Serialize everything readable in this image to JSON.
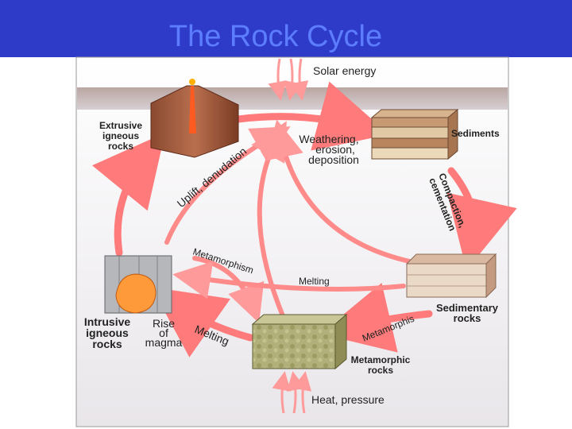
{
  "slide": {
    "title": "The Rock Cycle"
  },
  "diagram": {
    "top": {
      "line1": "Solar energy"
    },
    "bottom": {
      "line1": "Heat, pressure"
    },
    "nodes": {
      "extrusive": {
        "line1": "Extrusive",
        "line2": "igneous",
        "line3": "rocks"
      },
      "sediments": {
        "line1": "Sediments"
      },
      "sedimentary": {
        "line1": "Sedimentary",
        "line2": "rocks"
      },
      "metamorphic": {
        "line1": "Metamorphic",
        "line2": "rocks"
      },
      "intrusive": {
        "line1": "Intrusive",
        "line2": "igneous",
        "line3": "rocks"
      }
    },
    "processes": {
      "weathering": {
        "line1": "Weathering,",
        "line2": "erosion,",
        "line3": "deposition"
      },
      "uplift": {
        "line1": "Uplift, denudation"
      },
      "compaction": {
        "line1": "Compaction,",
        "line2": "cementation"
      },
      "metamorphism_right": {
        "line1": "Metamorphis"
      },
      "metamorphism_left": {
        "line1": "Metamorphism"
      },
      "melting_center": {
        "line1": "Melting"
      },
      "melting_left": {
        "line1": "Melting"
      },
      "rise": {
        "line1": "Rise",
        "line2": "of",
        "line3": "magma"
      }
    }
  }
}
